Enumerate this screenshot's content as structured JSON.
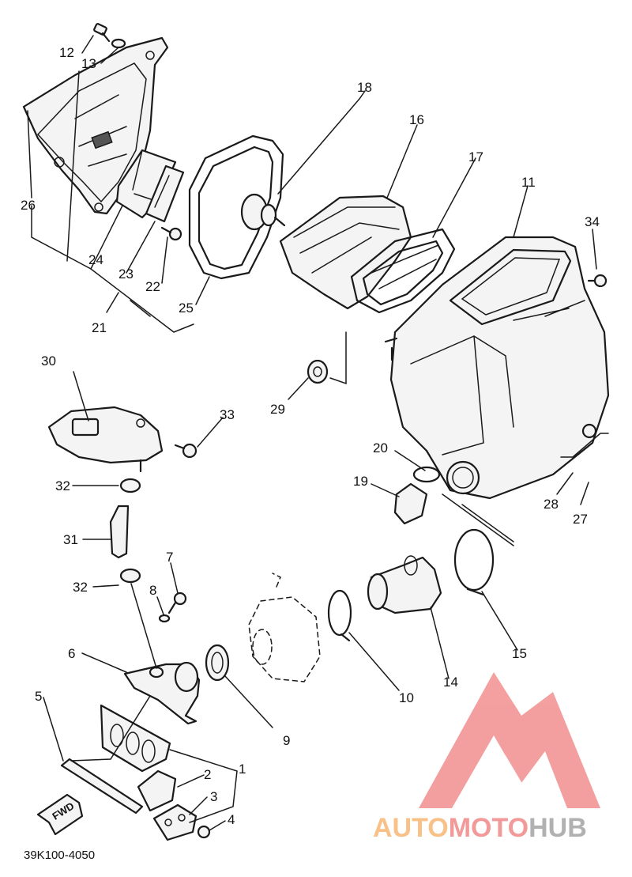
{
  "diagram_code": "39K100-4050",
  "fwd_label": "FWD",
  "colors": {
    "line": "#1a1a1a",
    "watermark_red": "#f08080",
    "watermark_orange": "#f6b26b",
    "watermark_gray": "#9e9e9e"
  },
  "watermark": {
    "part1": "AUTO",
    "part2": "MOTO",
    "part3": "HUB",
    "logo": "automotohub-logo"
  },
  "callouts": [
    "1",
    "2",
    "3",
    "4",
    "5",
    "6",
    "7",
    "8",
    "9",
    "10",
    "11",
    "12",
    "13",
    "14",
    "15",
    "16",
    "17",
    "18",
    "19",
    "20",
    "21",
    "22",
    "23",
    "24",
    "25",
    "26",
    "27",
    "28",
    "29",
    "30",
    "31",
    "32",
    "32",
    "33",
    "34"
  ]
}
